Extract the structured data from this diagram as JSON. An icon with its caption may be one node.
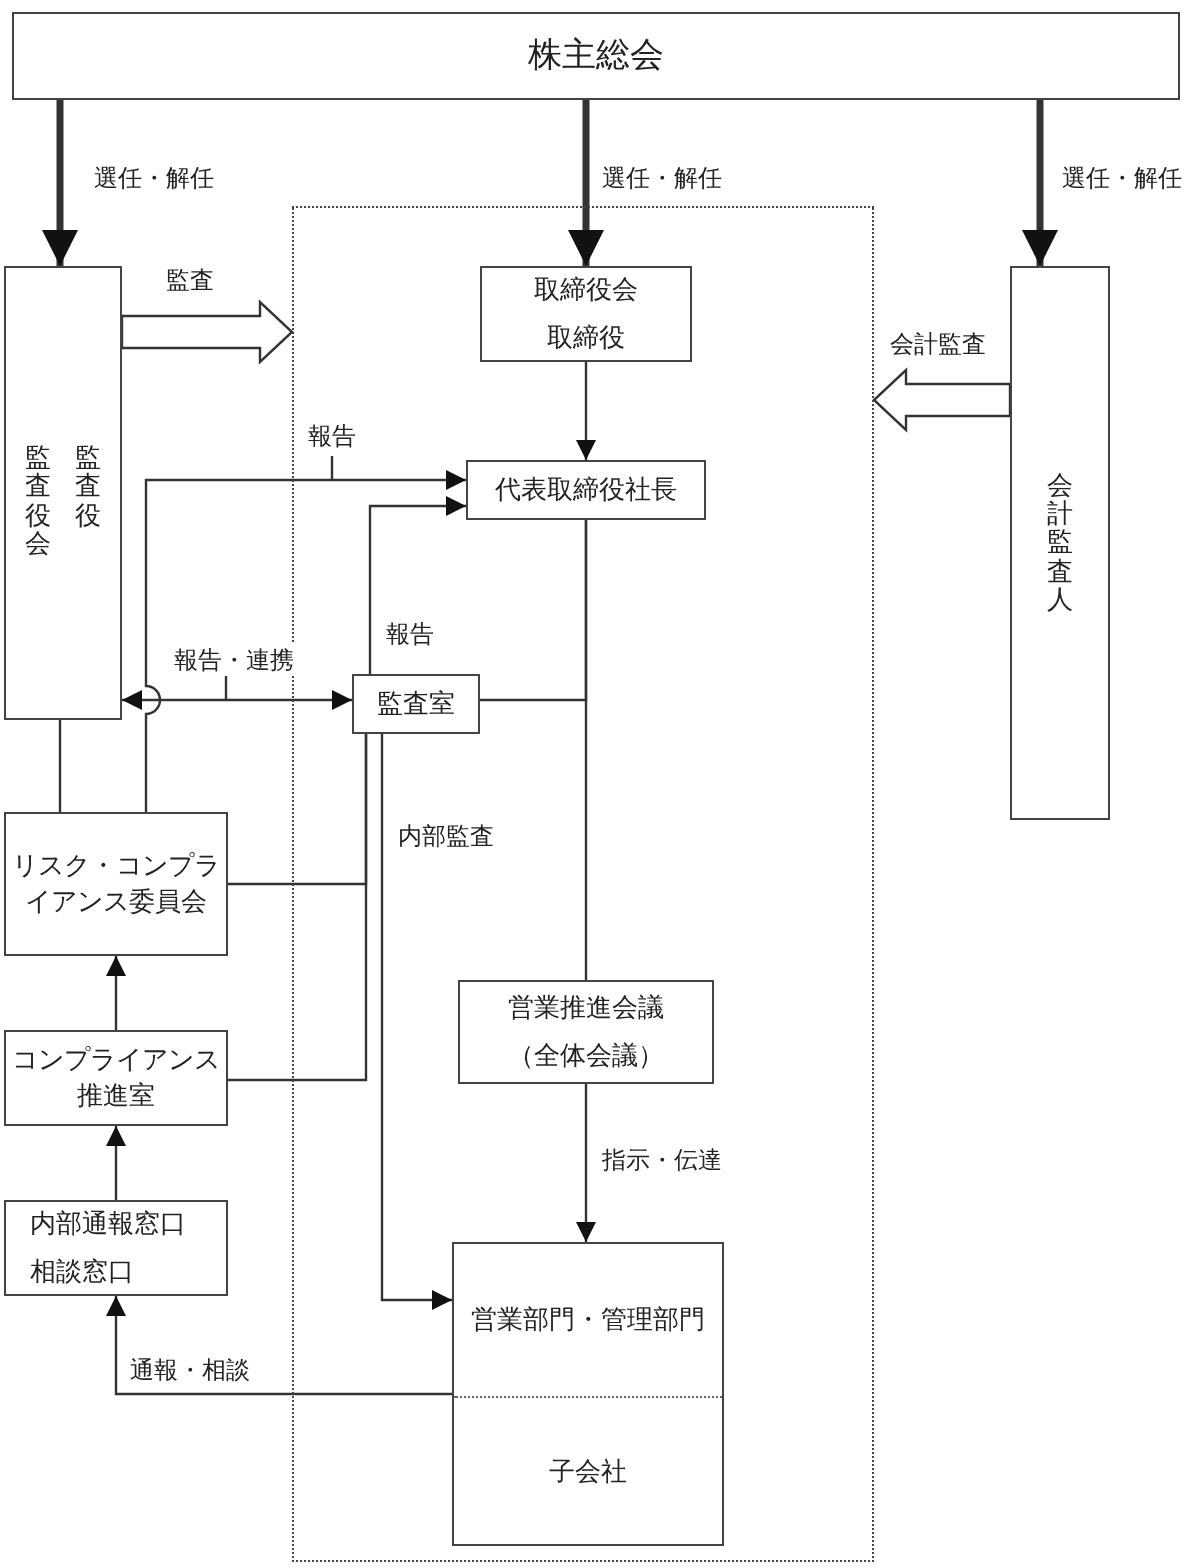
{
  "diagram": {
    "nodes": [
      {
        "text": [
          "株主総会"
        ]
      },
      {
        "text": [],
        "shape": "box"
      },
      {
        "text": [
          "取締役会",
          "取締役"
        ],
        "in": 1
      },
      {
        "text": [
          "代表取締役社長"
        ],
        "in": 1
      },
      {
        "text": [
          "監査室"
        ],
        "in": 1
      },
      {
        "text": [
          "営業推進会議",
          "（全体会議）"
        ],
        "in": 1
      },
      {
        "text": [
          "営業部門・管理部門",
          "子会社"
        ],
        "in": 1
      },
      {
        "text": [
          "監査役会",
          "監査役"
        ]
      },
      {
        "text": [
          "会計監査人"
        ]
      },
      {
        "text": [
          "リスク・コンプライアンス委員会"
        ]
      },
      {
        "text": [
          "コンプライアンス推進室"
        ]
      },
      {
        "text": [
          "内部通報窓口",
          "相談窓口"
        ]
      }
    ],
    "edges": [
      {
        "from": 0,
        "to": 7,
        "arrow": "to",
        "label": "選任・解任",
        "style": "thick"
      },
      {
        "from": 0,
        "to": 2,
        "arrow": "to",
        "label": "選任・解任",
        "style": "thick"
      },
      {
        "from": 0,
        "to": 8,
        "arrow": "to",
        "label": "選任・解任",
        "style": "thick"
      },
      {
        "from": 7,
        "to": 1,
        "arrow": "to",
        "label": "監査"
      },
      {
        "from": 8,
        "to": 1,
        "arrow": "to",
        "label": "会計監査"
      },
      {
        "from": 2,
        "to": 3,
        "arrow": "to"
      },
      {
        "from": 3,
        "to": 4,
        "arrow": "none"
      },
      {
        "from": 3,
        "to": 5,
        "arrow": "none"
      },
      {
        "from": 5,
        "to": 6,
        "arrow": "to",
        "label": "指示・伝達"
      },
      {
        "from": 4,
        "to": 3,
        "arrow": "to",
        "label": "報告"
      },
      {
        "from": 9,
        "to": 3,
        "arrow": "to",
        "label": "報告"
      },
      {
        "from": 7,
        "to": 4,
        "arrow": "both",
        "label": "報告・連携"
      },
      {
        "from": 7,
        "to": 9,
        "arrow": "none"
      },
      {
        "from": 10,
        "to": 9,
        "arrow": "to"
      },
      {
        "from": 11,
        "to": 10,
        "arrow": "to"
      },
      {
        "from": 6,
        "to": 11,
        "arrow": "to",
        "label": "通報・相談"
      },
      {
        "from": 4,
        "to": 6,
        "arrow": "to",
        "label": "内部監査"
      },
      {
        "from": 9,
        "to": 4,
        "arrow": "none"
      },
      {
        "from": 10,
        "to": 4,
        "arrow": "none"
      }
    ]
  }
}
